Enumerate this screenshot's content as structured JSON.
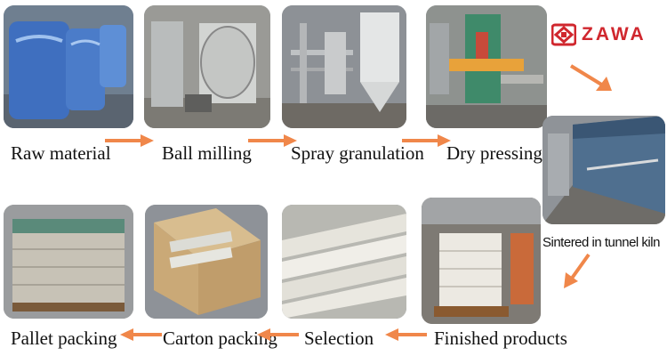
{
  "brand": {
    "name": "ZAWA",
    "color": "#d0272e"
  },
  "accent_arrow_color": "#f0874a",
  "steps": [
    {
      "label": "Raw material",
      "icon": "bags-photo"
    },
    {
      "label": "Ball milling",
      "icon": "mill-photo"
    },
    {
      "label": "Spray granulation",
      "icon": "tower-photo"
    },
    {
      "label": "Dry pressing",
      "icon": "press-photo"
    },
    {
      "label": "Sintered in tunnel kiln",
      "icon": "kiln-photo"
    },
    {
      "label": "Finished products",
      "icon": "bricks-photo"
    },
    {
      "label": "Selection",
      "icon": "selection-photo"
    },
    {
      "label": "Carton packing",
      "icon": "carton-photo"
    },
    {
      "label": "Pallet packing",
      "icon": "pallet-photo"
    }
  ]
}
